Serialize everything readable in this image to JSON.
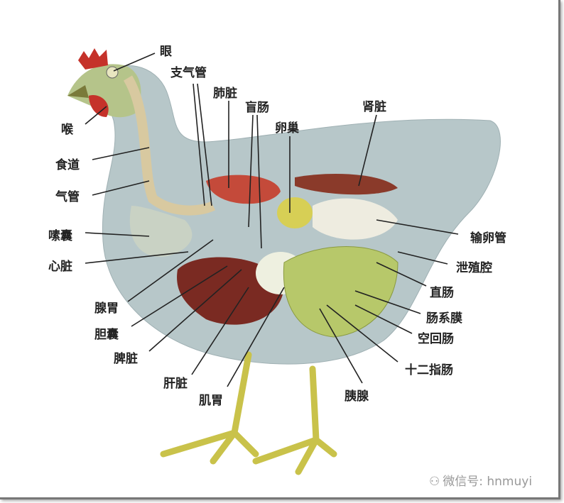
{
  "labels": {
    "eye": "眼",
    "bronchus": "支气管",
    "lung": "肺脏",
    "cecum": "盲肠",
    "ovary": "卵巢",
    "kidney": "肾脏",
    "larynx": "喉",
    "esophagus": "食道",
    "trachea": "气管",
    "crop": "嗉囊",
    "heart": "心脏",
    "proventriculus": "腺胃",
    "gallbladder": "胆囊",
    "spleen": "脾脏",
    "liver": "肝脏",
    "gizzard": "肌胃",
    "pancreas": "胰腺",
    "duodenum": "十二指肠",
    "jejunum_ileum": "空回肠",
    "mesentery": "肠系膜",
    "rectum": "直肠",
    "cloaca": "泄殖腔",
    "oviduct": "输卵管"
  },
  "watermark": {
    "icon": "wechat-icon",
    "text": "微信号: hnmuyi"
  }
}
